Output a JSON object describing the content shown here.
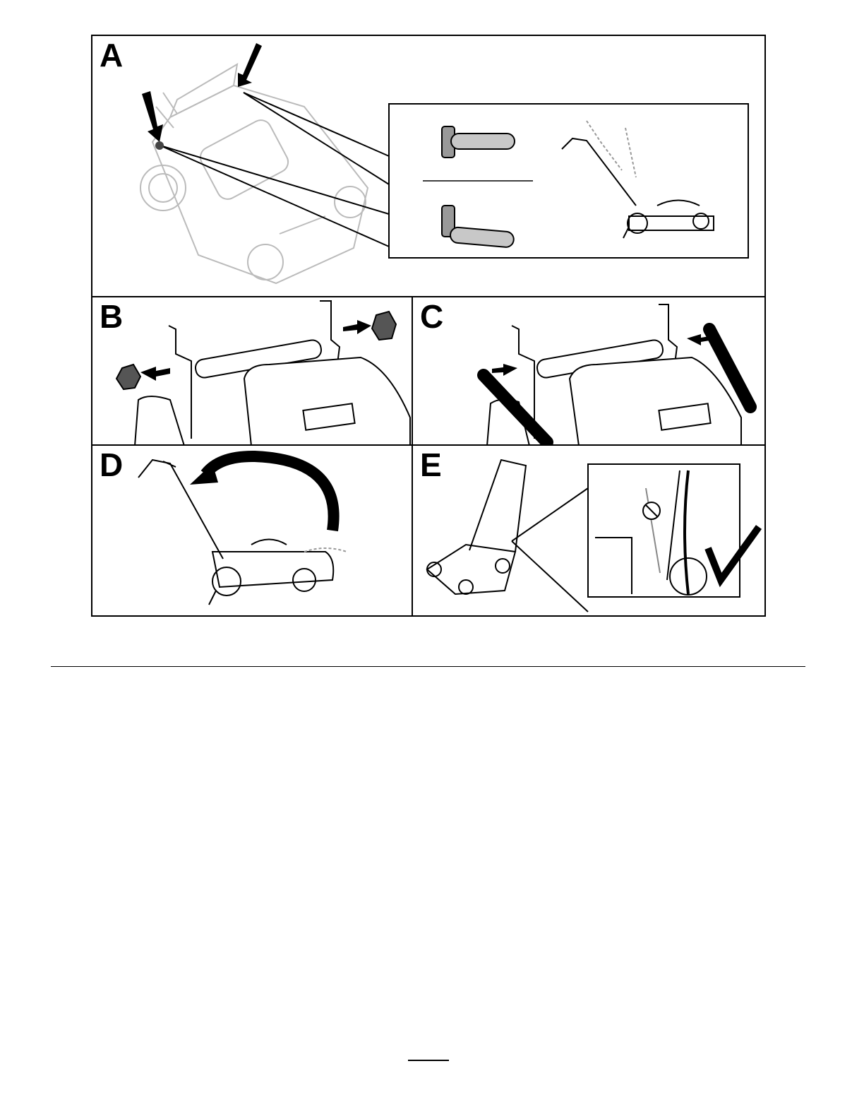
{
  "figure": {
    "panels": [
      {
        "id": "a",
        "letter": "A"
      },
      {
        "id": "b",
        "letter": "B"
      },
      {
        "id": "c",
        "letter": "C"
      },
      {
        "id": "d",
        "letter": "D"
      },
      {
        "id": "e",
        "letter": "E"
      }
    ]
  },
  "colors": {
    "line": "#000000",
    "faint_line": "#bbbbbb",
    "knob_fill": "#555555",
    "bolt_fill": "#c8c8c8"
  }
}
